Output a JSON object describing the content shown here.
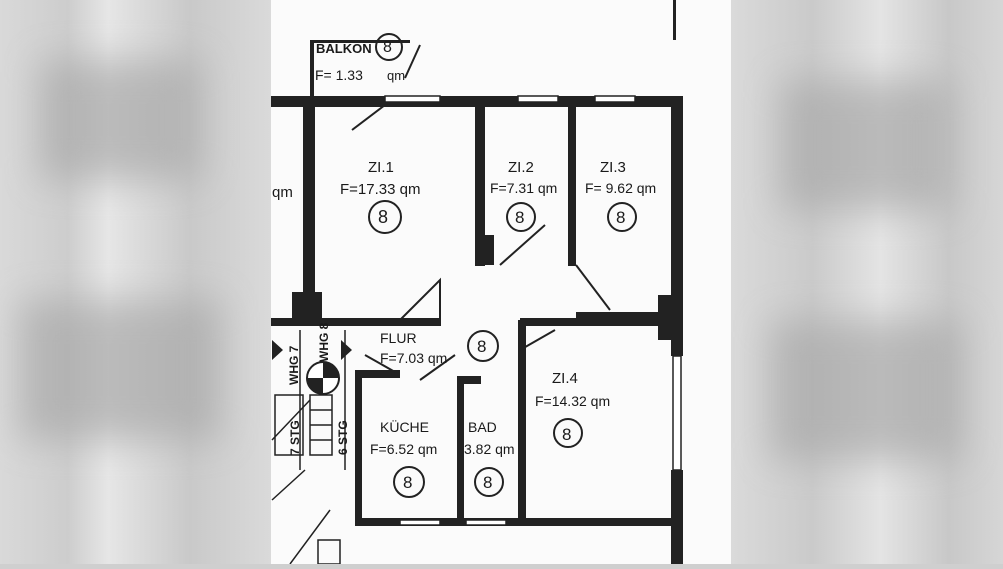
{
  "rooms": {
    "balkon": {
      "name": "BALKON",
      "area": "F= 1.33",
      "unit": "qm",
      "mark": "8"
    },
    "zi1": {
      "name": "ZI.1",
      "area": "F=17.33 qm",
      "mark": "8"
    },
    "zi2": {
      "name": "ZI.2",
      "area": "F=7.31 qm",
      "mark": "8"
    },
    "zi3": {
      "name": "ZI.3",
      "area": "F= 9.62 qm",
      "mark": "8"
    },
    "flur": {
      "name": "FLUR",
      "area": "F=7.03 qm",
      "mark": "8"
    },
    "zi4": {
      "name": "ZI.4",
      "area": "F=14.32 qm",
      "mark": "8"
    },
    "kueche": {
      "name": "KÜCHE",
      "area": "F=6.52 qm",
      "mark": "8"
    },
    "bad": {
      "name": "BAD",
      "area": "3.82 qm",
      "mark": "8"
    },
    "partial": {
      "area": "qm"
    }
  },
  "stair": {
    "whg7": "WHG 7",
    "whg8": "WHG 8",
    "stg1": "7 STG",
    "stg2": "6 STG"
  }
}
